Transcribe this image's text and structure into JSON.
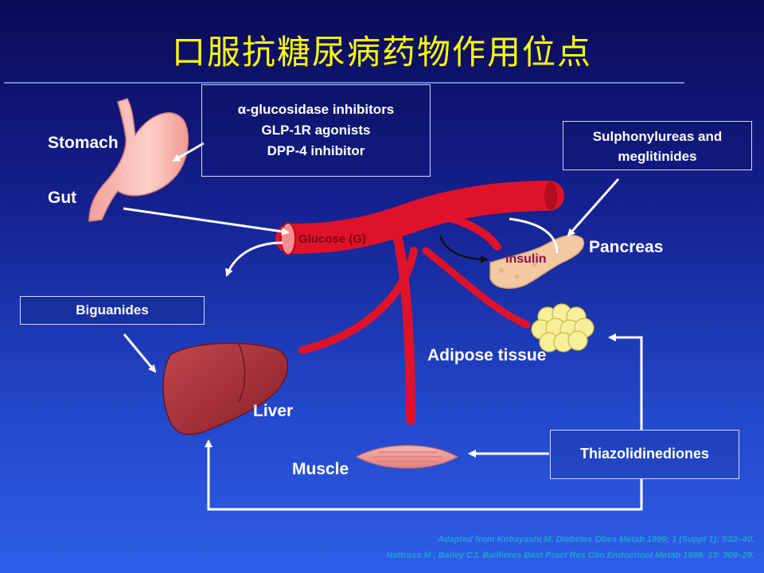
{
  "title": "口服抗糖尿病药物作用位点",
  "boxes": {
    "alpha_line1": "α-glucosidase inhibitors",
    "alpha_line2": "GLP-1R agonists",
    "alpha_line3": "DPP-4 inhibitor",
    "sulph_line1": "Sulphonylureas and",
    "sulph_line2": "meglitinides",
    "biguanides": "Biguanides",
    "thiazol": "Thiazolidinediones"
  },
  "labels": {
    "stomach": "Stomach",
    "gut": "Gut",
    "glucose": "Glucose (G)",
    "insulin": "Insulin",
    "pancreas": "Pancreas",
    "adipose": "Adipose tissue",
    "liver": "Liver",
    "muscle": "Muscle"
  },
  "citation": {
    "line1": "Adapted from Kobayashi M. Diabetes Obes Metab 1999; 1 (Suppl 1): S32–40.",
    "line2": "Nattrass M , Bailey CJ. Baillieres Best Pract Res Clin Endocrinol Metab 1999; 13: 309–29."
  },
  "colors": {
    "title": "#ffff00",
    "vessel": "#e0122a",
    "insulin_text": "#8a1050",
    "glucose_text": "#7a0a14",
    "citation": "#1f9fd6"
  },
  "icons": [
    "stomach-icon",
    "liver-icon",
    "pancreas-icon",
    "adipose-icon",
    "muscle-icon",
    "blood-vessel-icon"
  ]
}
